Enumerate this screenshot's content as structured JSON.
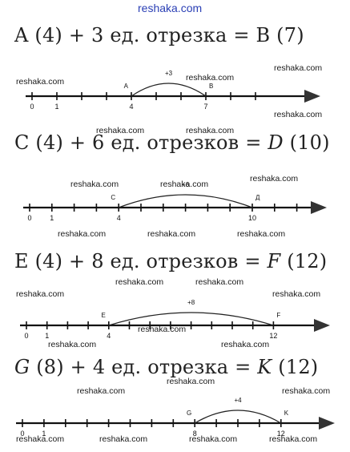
{
  "watermark": {
    "top": "reshaka.com",
    "label": "reshaka.com"
  },
  "equations": [
    {
      "lhs_point": "A",
      "lhs_value": "(4)",
      "op": "+",
      "count": "3",
      "unit": "ед. отрезка",
      "rhs_point": "B",
      "rhs_value": "(7)",
      "italic_points": false
    },
    {
      "lhs_point": "C",
      "lhs_value": "(4)",
      "op": "+",
      "count": "6",
      "unit": "ед. отрезков",
      "rhs_point": "D",
      "rhs_value": "(10)",
      "italic_points": true
    },
    {
      "lhs_point": "E",
      "lhs_value": "(4)",
      "op": "+",
      "count": "8",
      "unit": "ед. отрезков",
      "rhs_point": "F",
      "rhs_value": "(12)",
      "italic_points": true
    },
    {
      "lhs_point": "G",
      "lhs_value": "(8)",
      "op": "+",
      "count": "4",
      "unit": "ед. отрезка",
      "rhs_point": "K",
      "rhs_value": "(12)",
      "italic_points": true
    }
  ],
  "number_lines": [
    {
      "labels": [
        "0",
        "1",
        "4",
        "7"
      ],
      "label_values": [
        0,
        1,
        4,
        7
      ],
      "ticks": 10,
      "arc_from": 4,
      "arc_to": 7,
      "arc_label": "+3",
      "start_point": "A",
      "end_point": "B"
    },
    {
      "labels": [
        "0",
        "1",
        "4",
        "10"
      ],
      "label_values": [
        0,
        1,
        4,
        10
      ],
      "ticks": 13,
      "arc_from": 4,
      "arc_to": 10,
      "arc_label": "+6",
      "start_point": "C",
      "end_point": "Д"
    },
    {
      "labels": [
        "0",
        "1",
        "4",
        "12"
      ],
      "label_values": [
        0,
        1,
        4,
        12
      ],
      "ticks": 13,
      "arc_from": 4,
      "arc_to": 12,
      "arc_label": "+8",
      "start_point": "E",
      "end_point": "F"
    },
    {
      "labels": [
        "0",
        "1",
        "8",
        "12"
      ],
      "label_values": [
        0,
        1,
        8,
        12
      ],
      "ticks": 13,
      "arc_from": 8,
      "arc_to": 12,
      "arc_label": "+4",
      "start_point": "G",
      "end_point": "K"
    }
  ]
}
